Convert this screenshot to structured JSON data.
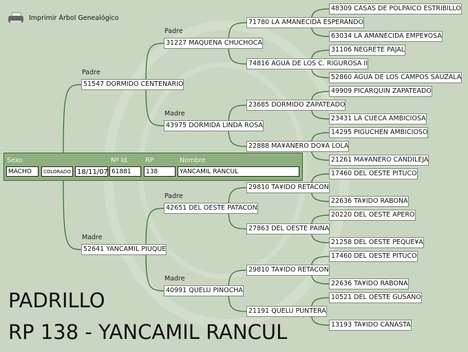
{
  "print_label": "Imprimir Árbol Genealógico",
  "labels": {
    "padre": "Padre",
    "madre": "Madre"
  },
  "subject": {
    "headers": {
      "sexo": "Sexo",
      "id": "Nº Id.",
      "rp": "RP",
      "nombre": "Nombre"
    },
    "sexo": "MACHO",
    "color": "COLORADO",
    "fecha": "18/11/07",
    "id": "61881",
    "rp": "138",
    "nombre": "YANCAMIL RANCUL"
  },
  "gen1": [
    "51547 DORMIDO CENTENARIO",
    "52641 YANCAMIL PIUQUE"
  ],
  "gen2": [
    "31227 MAQUENA CHUCHOCA",
    "43975 DORMIDA LINDA ROSA",
    "42651 DEL OESTE PATACON",
    "40991 QUELU PINOCHA"
  ],
  "gen3": [
    "71780 LA AMANECIDA ESPERANDO",
    "74816 AGUA DE LOS C. RIGUROSA II",
    "23685 DORMIDO ZAPATEADO",
    "22888 MA¥ANERO DO¥A LOLA",
    "29810 TA¥IDO RETACON",
    "27863 DEL OESTE PAINA",
    "29810 TA¥IDO RETACON",
    "21191 QUELU PUNTERA"
  ],
  "gen4": [
    "48309 CASAS DE POLPAICO ESTRIBILLO",
    "63034 LA AMANECIDA EMPE¥OSA",
    "31106 NEGRETE PAJAL",
    "52860 AGUA DE LOS CAMPOS SAUZALA",
    "49909 PICARQUIN ZAPATEADO",
    "23431 LA CUECA AMBICIOSA",
    "14295 PIGUCHEN AMBICIOSO",
    "21261 MA¥ANERO CANDILEJA",
    "17460 DEL OESTE PITUCO",
    "22636 TA¥IDO RABONA",
    "20220 DEL OESTE APERO",
    "21258 DEL OESTE PEQUE¥A",
    "17460 DEL OESTE PITUCO",
    "22636 TA¥IDO RABONA",
    "10521 DEL OESTE GUSANO",
    "13193 TA¥IDO CANASTA"
  ],
  "title_line1": "PADRILLO",
  "title_line2": "RP 138 - YANCAMIL RANCUL",
  "colors": {
    "background": "#c9d6c1",
    "panel": "#8fb07e",
    "lines": "#2e6b2a"
  }
}
